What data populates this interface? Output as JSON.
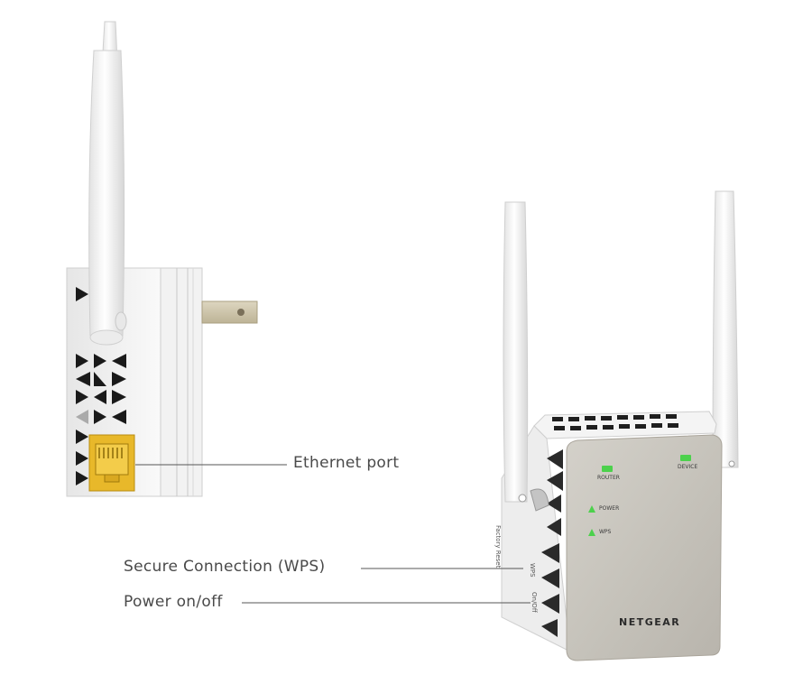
{
  "callouts": {
    "ethernet_port": "Ethernet port",
    "wps": "Secure Connection (WPS)",
    "power": "Power on/off"
  },
  "device": {
    "brand": "NETGEAR",
    "leds": {
      "router": "ROUTER",
      "device": "DEVICE",
      "power": "POWER",
      "wps": "WPS"
    },
    "side_labels": {
      "factory_reset": "Factory Reset",
      "wps": "WPS",
      "on_off": "On/Off"
    }
  },
  "colors": {
    "led_green": "#4cd14c",
    "face_silver": "#c9c6bf",
    "body_white": "#f4f4f4",
    "ethernet_yellow": "#e8b82a"
  }
}
